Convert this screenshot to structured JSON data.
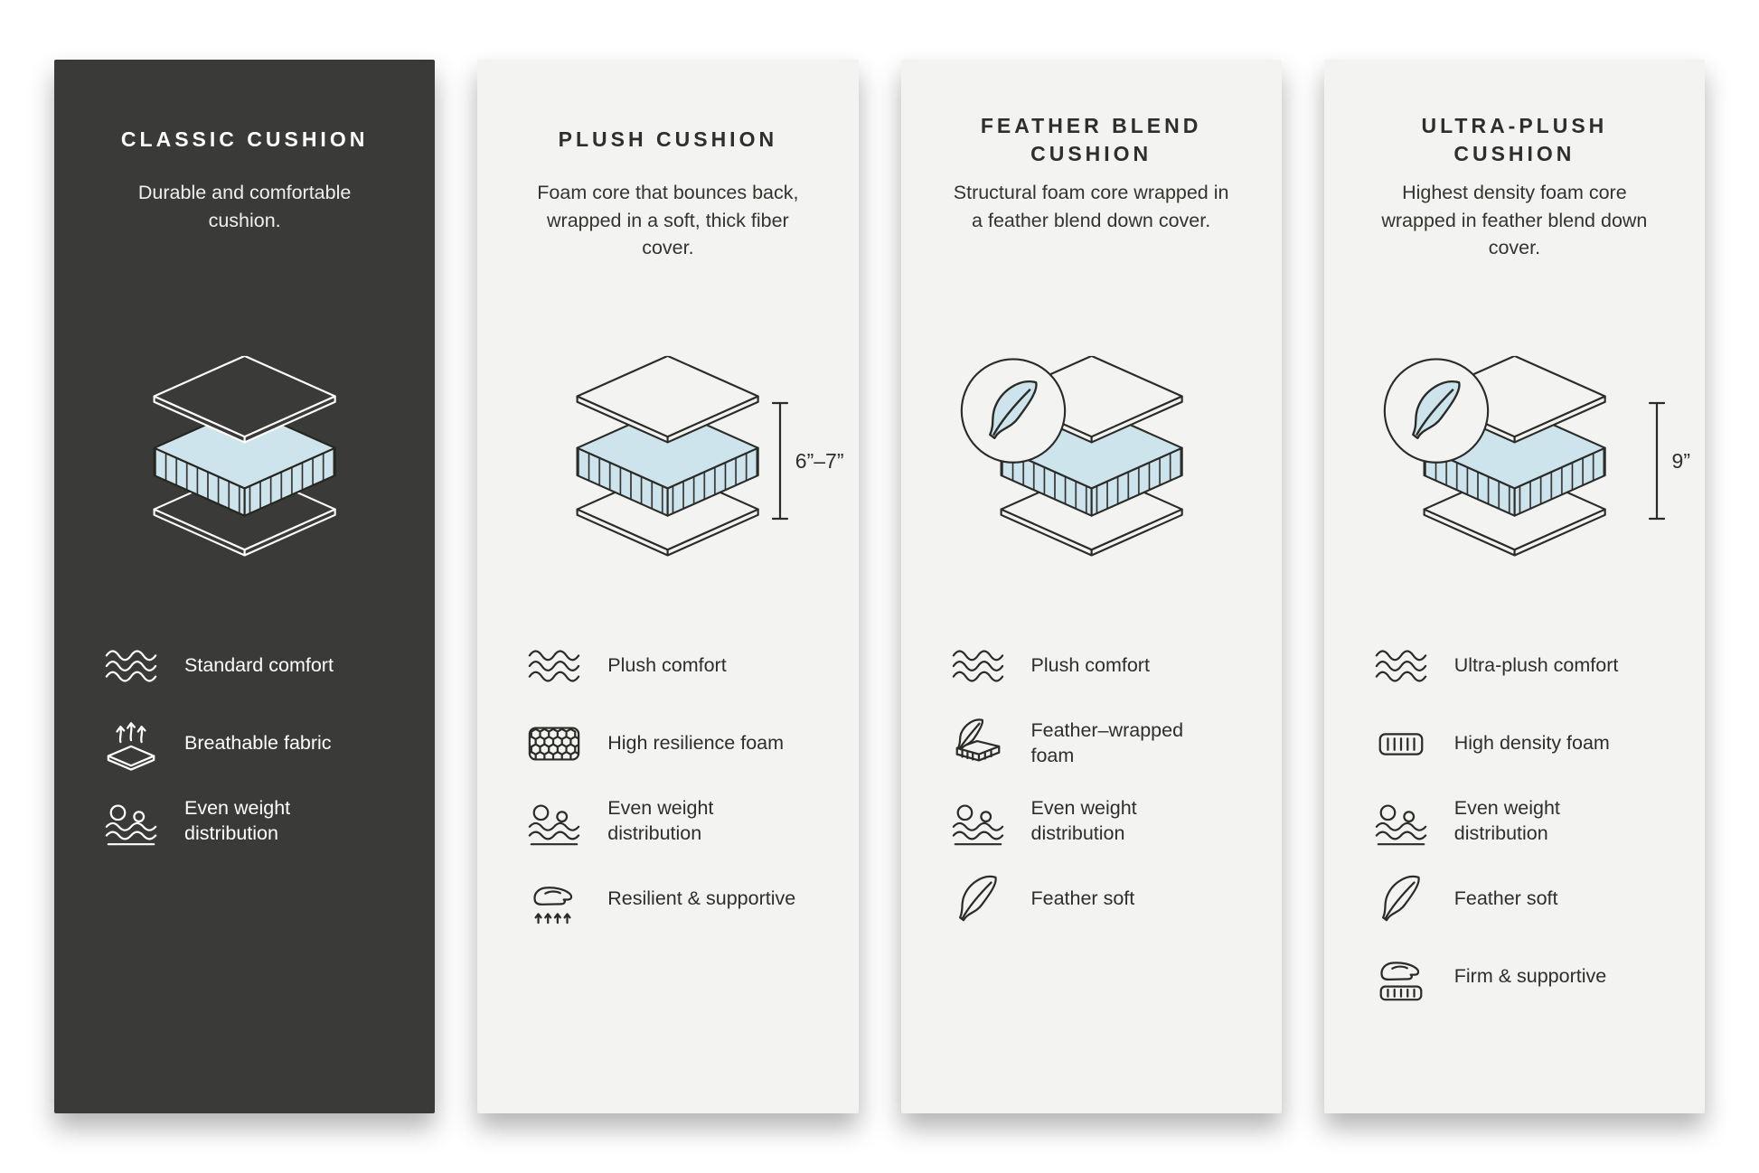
{
  "colors": {
    "page_background": "#ffffff",
    "dark_panel": "#3a3a38",
    "light_panel": "#f3f3f1",
    "foam_accent": "#cde4ec",
    "text_dark": "#2e2e2c",
    "text_light": "#ffffff"
  },
  "panels": [
    {
      "title": "CLASSIC CUSHION",
      "description": "Durable and comfortable cushion.",
      "theme": "dark",
      "diagram": {
        "type": "layered-cushion"
      },
      "features": [
        {
          "icon": "wave-comfort-icon",
          "label": "Standard comfort"
        },
        {
          "icon": "breathable-fabric-icon",
          "label": "Breathable fabric"
        },
        {
          "icon": "even-weight-icon",
          "label": "Even weight distribution"
        }
      ]
    },
    {
      "title": "PLUSH CUSHION",
      "description": "Foam core that bounces back, wrapped in a soft, thick fiber cover.",
      "theme": "light",
      "diagram": {
        "type": "layered-cushion",
        "measurement": "6”–7”"
      },
      "features": [
        {
          "icon": "wave-comfort-icon",
          "label": "Plush comfort"
        },
        {
          "icon": "honeycomb-foam-icon",
          "label": "High resilience foam"
        },
        {
          "icon": "even-weight-icon",
          "label": "Even weight distribution"
        },
        {
          "icon": "hand-press-icon",
          "label": "Resilient & supportive"
        }
      ]
    },
    {
      "title": "FEATHER BLEND CUSHION",
      "description": "Structural foam core wrapped in a feather blend down cover.",
      "theme": "light",
      "diagram": {
        "type": "layered-cushion",
        "badge": "feather-badge-icon"
      },
      "features": [
        {
          "icon": "wave-comfort-icon",
          "label": "Plush comfort"
        },
        {
          "icon": "feather-wrapped-foam-icon",
          "label": "Feather–wrapped foam"
        },
        {
          "icon": "even-weight-icon",
          "label": "Even weight distribution"
        },
        {
          "icon": "feather-icon",
          "label": "Feather soft"
        }
      ]
    },
    {
      "title": "ULTRA-PLUSH CUSHION",
      "description": "Highest density foam core wrapped in feather blend down cover.",
      "theme": "light",
      "diagram": {
        "type": "layered-cushion",
        "badge": "feather-badge-icon",
        "measurement": "9”"
      },
      "features": [
        {
          "icon": "wave-comfort-icon",
          "label": "Ultra-plush comfort"
        },
        {
          "icon": "high-density-foam-icon",
          "label": "High density foam"
        },
        {
          "icon": "even-weight-icon",
          "label": "Even weight distribution"
        },
        {
          "icon": "feather-icon",
          "label": "Feather soft"
        },
        {
          "icon": "hand-press-pad-icon",
          "label": "Firm & supportive"
        }
      ]
    }
  ]
}
